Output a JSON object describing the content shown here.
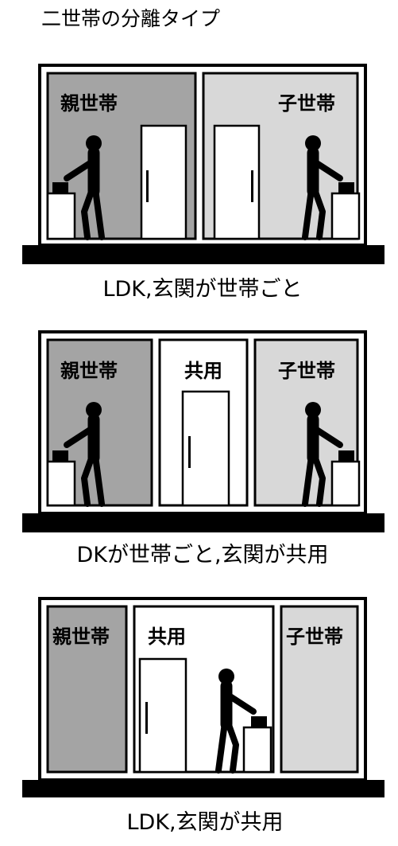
{
  "title": "二世帯の分離タイプ",
  "colors": {
    "parent_room": "#a4a4a4",
    "child_room": "#d8d8d8",
    "shared_room": "#ffffff",
    "ground": "#000000",
    "figure": "#000000"
  },
  "diagrams": [
    {
      "caption": "LDK,玄関が世帯ごと",
      "rooms": [
        {
          "label": "親世帯",
          "kind": "parent"
        },
        {
          "label": "子世帯",
          "kind": "child"
        }
      ]
    },
    {
      "caption": "DKが世帯ごと,玄関が共用",
      "rooms": [
        {
          "label": "親世帯",
          "kind": "parent"
        },
        {
          "label": "共用",
          "kind": "shared"
        },
        {
          "label": "子世帯",
          "kind": "child"
        }
      ]
    },
    {
      "caption": "LDK,玄関が共用",
      "rooms": [
        {
          "label": "親世帯",
          "kind": "parent"
        },
        {
          "label": "共用",
          "kind": "shared"
        },
        {
          "label": "子世帯",
          "kind": "child"
        }
      ]
    }
  ]
}
